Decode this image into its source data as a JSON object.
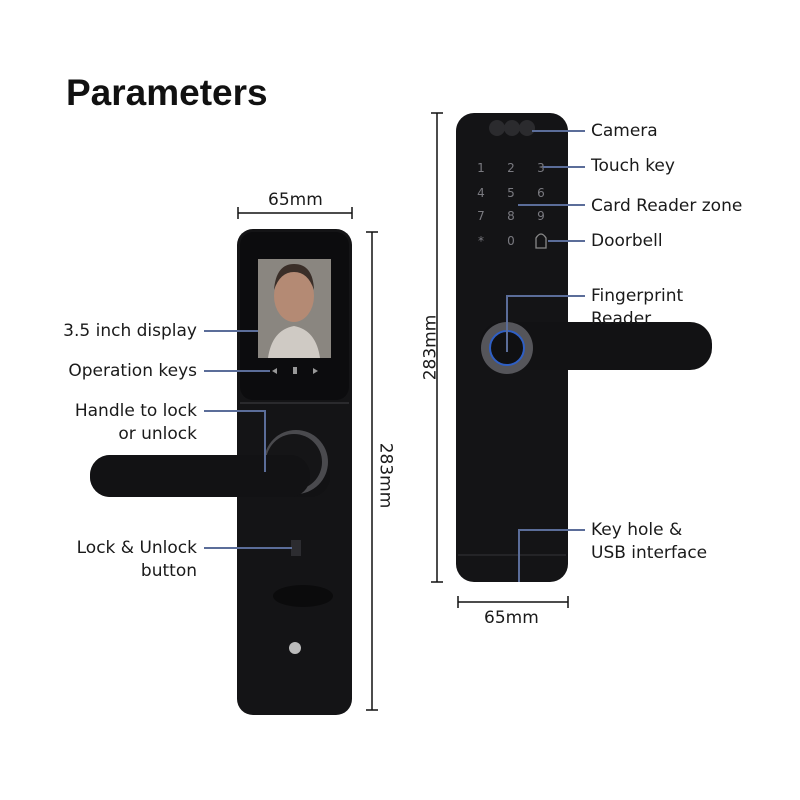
{
  "title": "Parameters",
  "colors": {
    "leader_line": "#5b6d99",
    "lock_body": "#141416",
    "fingerprint_ring": "#2f5fc4"
  },
  "front_view": {
    "width_label": "65mm",
    "height_label": "283mm",
    "callouts": [
      {
        "text": [
          "3.5 inch display"
        ]
      },
      {
        "text": [
          "Operation keys"
        ]
      },
      {
        "text": [
          "Handle to lock",
          "or unlock"
        ]
      },
      {
        "text": [
          "Lock & Unlock",
          "button"
        ]
      }
    ]
  },
  "back_view": {
    "width_label": "65mm",
    "height_label": "283mm",
    "keypad": [
      "1",
      "2",
      "3",
      "4",
      "5",
      "6",
      "7",
      "8",
      "9",
      "*",
      "0"
    ],
    "callouts": [
      {
        "text": [
          "Camera"
        ]
      },
      {
        "text": [
          "Touch key"
        ]
      },
      {
        "text": [
          "Card Reader zone"
        ]
      },
      {
        "text": [
          "Doorbell"
        ]
      },
      {
        "text": [
          "Fingerprint",
          "Reader"
        ]
      },
      {
        "text": [
          "Key hole &",
          "USB interface"
        ]
      }
    ]
  }
}
